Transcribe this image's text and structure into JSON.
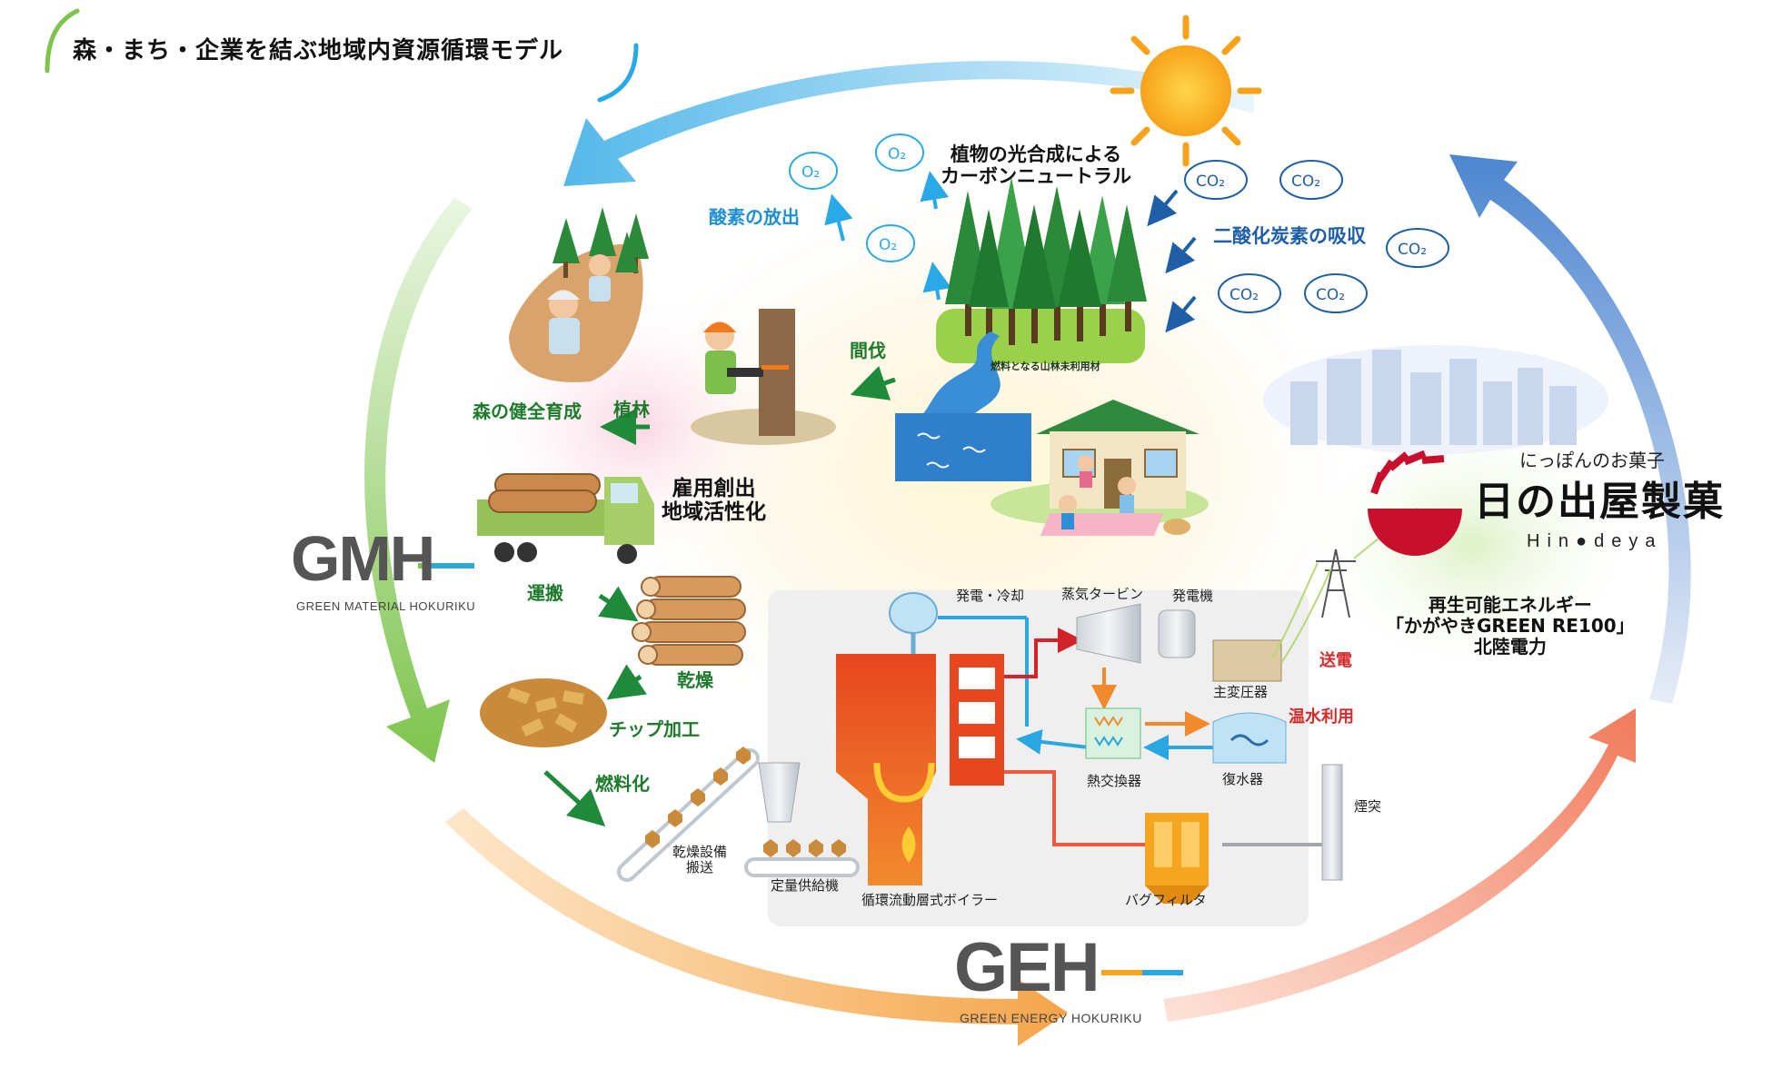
{
  "title": "森・まち・企業を結ぶ地域内資源循環モデル",
  "photosynthesis": {
    "heading_line1": "植物の光合成による",
    "heading_line2": "カーボンニュートラル",
    "oxygen_release": "酸素の放出",
    "co2_absorption": "二酸化炭素の吸収",
    "o2_symbol": "O₂",
    "co2_symbol": "CO₂",
    "forest_caption": "燃料となる山林未利用材"
  },
  "forestry": {
    "thinning": "間伐",
    "planting": "植林",
    "healthy_forest": "森の健全育成",
    "jobs_line1": "雇用創出",
    "jobs_line2": "地域活性化",
    "transport": "運搬",
    "drying": "乾燥",
    "chip_processing": "チップ加工",
    "fuel_conversion": "燃料化"
  },
  "plant": {
    "power_cooling": "発電・冷却",
    "steam_turbine": "蒸気タービン",
    "generator": "発電機",
    "main_transformer": "主変圧器",
    "transmission": "送電",
    "hot_water_use": "温水利用",
    "heat_exchanger": "熱交換器",
    "condenser": "復水器",
    "chimney": "煙突",
    "drying_equipment_line1": "乾燥設備",
    "drying_equipment_line2": "搬送",
    "fixed_feeder": "定量供給機",
    "boiler": "循環流動層式ボイラー",
    "bag_filter": "バグフィルタ"
  },
  "gmh": {
    "logo": "GMH",
    "subtitle": "GREEN MATERIAL HOKURIKU"
  },
  "geh": {
    "logo": "GEH",
    "subtitle": "GREEN ENERGY HOKURIKU"
  },
  "hinodeya": {
    "tagline": "にっぽんのお菓子",
    "name": "日の出屋製菓",
    "romaji": "Hin●deya",
    "brand_color": "#c8102e"
  },
  "renewable": {
    "line1": "再生可能エネルギー",
    "line2": "「かがやきGREEN RE100」",
    "line3": "北陸電力"
  },
  "colors": {
    "green_label": "#1e7a2c",
    "blue_label": "#1f8fd6",
    "navy_label": "#1f5fa8",
    "red_label": "#d62b2b",
    "boiler": "#ef5a28",
    "gmh_gray": "#555555"
  }
}
